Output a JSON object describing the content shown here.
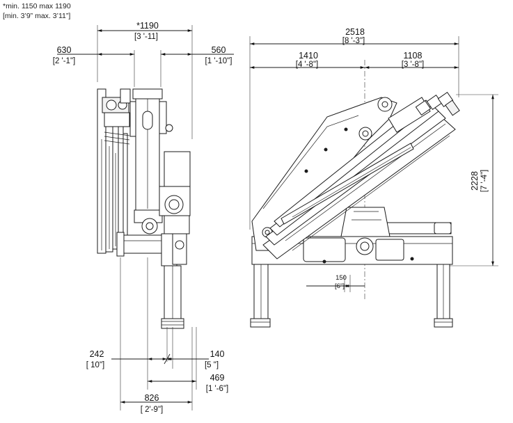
{
  "notes": {
    "line1": "*min. 1150 max 1190",
    "line2": "[min. 3’9” max. 3’11”]"
  },
  "front_view": {
    "top_width": {
      "value": "*1190",
      "imperial": "[3 '-11]"
    },
    "left_overhang": {
      "value": "630",
      "imperial": "[2 '-1\"]"
    },
    "right_overhang": {
      "value": "560",
      "imperial": "[1 '-10\"]"
    },
    "left_foot": {
      "value": "242",
      "imperial": "[ 10\"]"
    },
    "right_foot": {
      "value": "140",
      "imperial": "[5 \"]"
    },
    "base_width": {
      "value": "469",
      "imperial": "[1 '-6\"]"
    },
    "overall_base": {
      "value": "826",
      "imperial": "[ 2'-9\"]"
    }
  },
  "side_view": {
    "overall_length": {
      "value": "2518",
      "imperial": "[8 '-3\"]"
    },
    "left_length": {
      "value": "1410",
      "imperial": "[4 '-8\"]"
    },
    "right_length": {
      "value": "1108",
      "imperial": "[3 '-8\"]"
    },
    "height": {
      "value": "2228",
      "imperial": "[7 '-4\"]"
    },
    "offset": {
      "value": "150",
      "imperial": "[6\"]"
    }
  }
}
